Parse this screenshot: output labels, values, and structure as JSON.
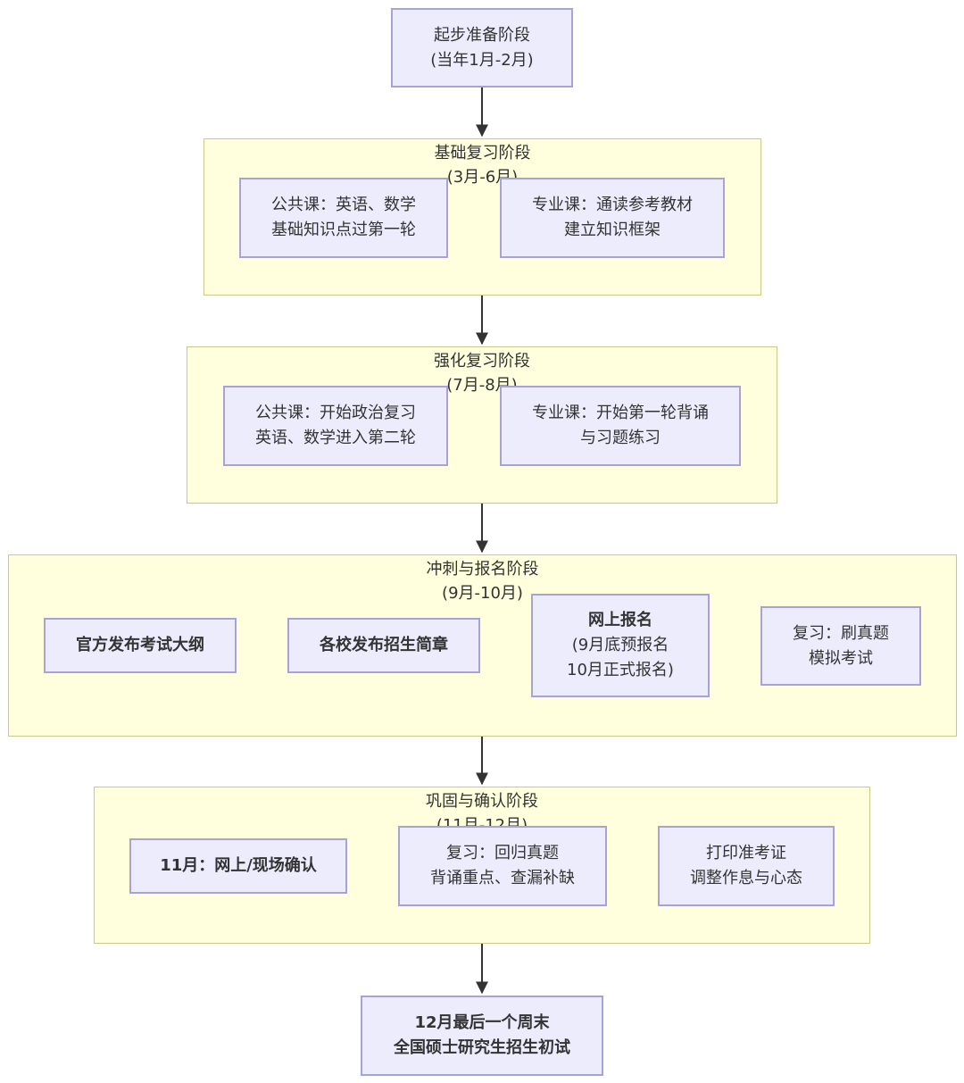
{
  "start": {
    "line1": "起步准备阶段",
    "line2": "(当年1月-2月)"
  },
  "basic": {
    "title": "基础复习阶段",
    "subtitle": "(3月-6月)",
    "public": {
      "line1": "公共课：英语、数学",
      "line2": "基础知识点过第一轮"
    },
    "major": {
      "line1": "专业课：通读参考教材",
      "line2": "建立知识框架"
    }
  },
  "strengthen": {
    "title": "强化复习阶段",
    "subtitle": "(7月-8月)",
    "public": {
      "line1": "公共课：开始政治复习",
      "line2": "英语、数学进入第二轮"
    },
    "major": {
      "line1": "专业课：开始第一轮背诵",
      "line2": "与习题练习"
    }
  },
  "sprint": {
    "title": "冲刺与报名阶段",
    "subtitle": "(9月-10月)",
    "outline": "官方发布考试大纲",
    "brochure": "各校发布招生简章",
    "register": {
      "title": "网上报名",
      "line1": "(9月底预报名",
      "line2": "10月正式报名)"
    },
    "review": {
      "line1": "复习：刷真题",
      "line2": "模拟考试"
    }
  },
  "consolidate": {
    "title": "巩固与确认阶段",
    "subtitle": "(11月-12月)",
    "confirm": "11月：网上/现场确认",
    "review": {
      "line1": "复习：回归真题",
      "line2": "背诵重点、查漏补缺"
    },
    "print": {
      "line1": "打印准考证",
      "line2": "调整作息与心态"
    }
  },
  "final": {
    "line1": "12月最后一个周末",
    "line2": "全国硕士研究生招生初试"
  },
  "colors": {
    "node_fill": "#ececfd",
    "node_border": "#a7a2d8",
    "cluster_fill": "#ffffdd",
    "cluster_border": "#c9c98b",
    "arrow": "#333333"
  }
}
